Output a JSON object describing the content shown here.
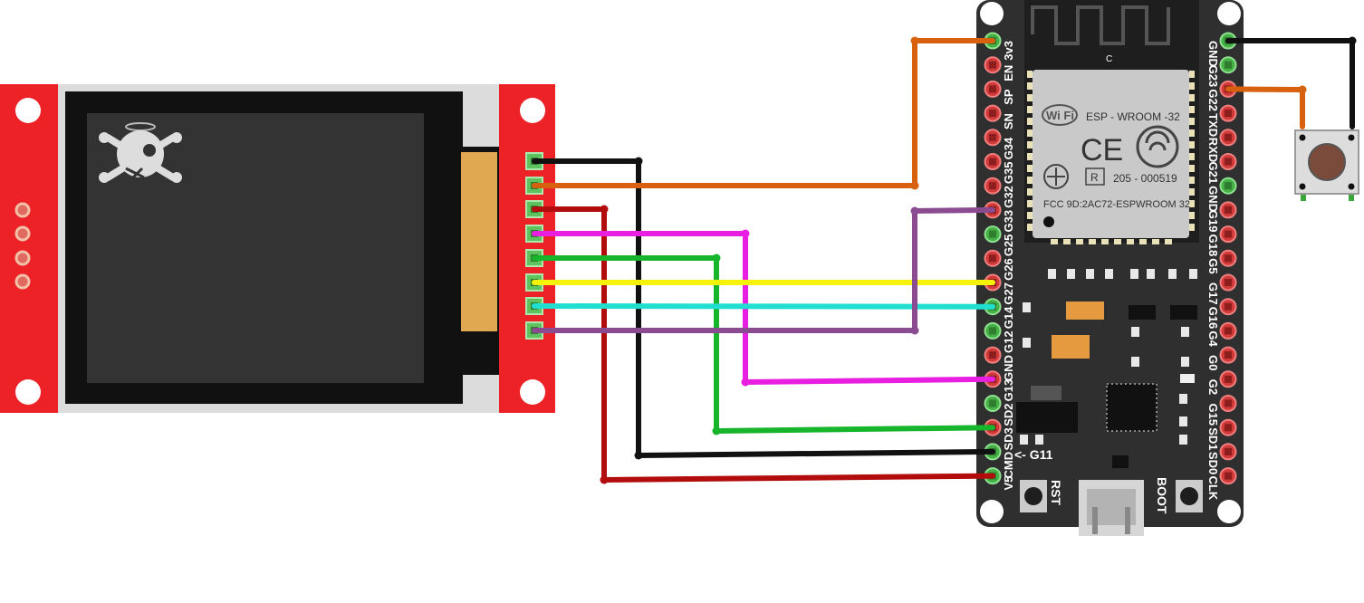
{
  "colors": {
    "board": "#2f2f2f",
    "display_pcb": "#ec2226",
    "module_shield": "#c9c9c9",
    "wire_black": "#111111",
    "wire_orange": "#d8610f",
    "wire_red": "#b30c0c",
    "wire_magenta": "#e81fe0",
    "wire_green": "#16b52b",
    "wire_yellow": "#f6f20a",
    "wire_cyan": "#21dfd0",
    "wire_purple": "#8a4b91"
  },
  "esp32": {
    "module_brand": "ESP - WROOM -32",
    "wifi_logo": "Wi Fi",
    "ce_mark": "CE",
    "cert_r": "R",
    "cert_number": "205 - 000519",
    "fcc_text": "FCC 9D:2AC72-ESPWROOM 32",
    "antenna_mark": "C",
    "left_labels": [
      "3v3",
      "EN",
      "SP",
      "SN",
      "G34",
      "G35",
      "G32",
      "G33",
      "G25",
      "G26",
      "G27",
      "G14",
      "G12",
      "GND",
      "G13",
      "SD2",
      "SD3",
      "CMD",
      "V5"
    ],
    "right_labels": [
      "GND",
      "G23",
      "G22",
      "TXD",
      "RXD",
      "G21",
      "GND",
      "G19",
      "G18",
      "G5",
      "G17",
      "G16",
      "G4",
      "G0",
      "G2",
      "G15",
      "SD1",
      "SD0",
      "CLK"
    ],
    "g11_label": "<- G11",
    "rst_label": "RST",
    "boot_label": "BOOT"
  },
  "icons": [
    "wifi-icon",
    "ce-icon",
    "wireless-icon",
    "cert-icon",
    "pirate-logo-icon"
  ]
}
